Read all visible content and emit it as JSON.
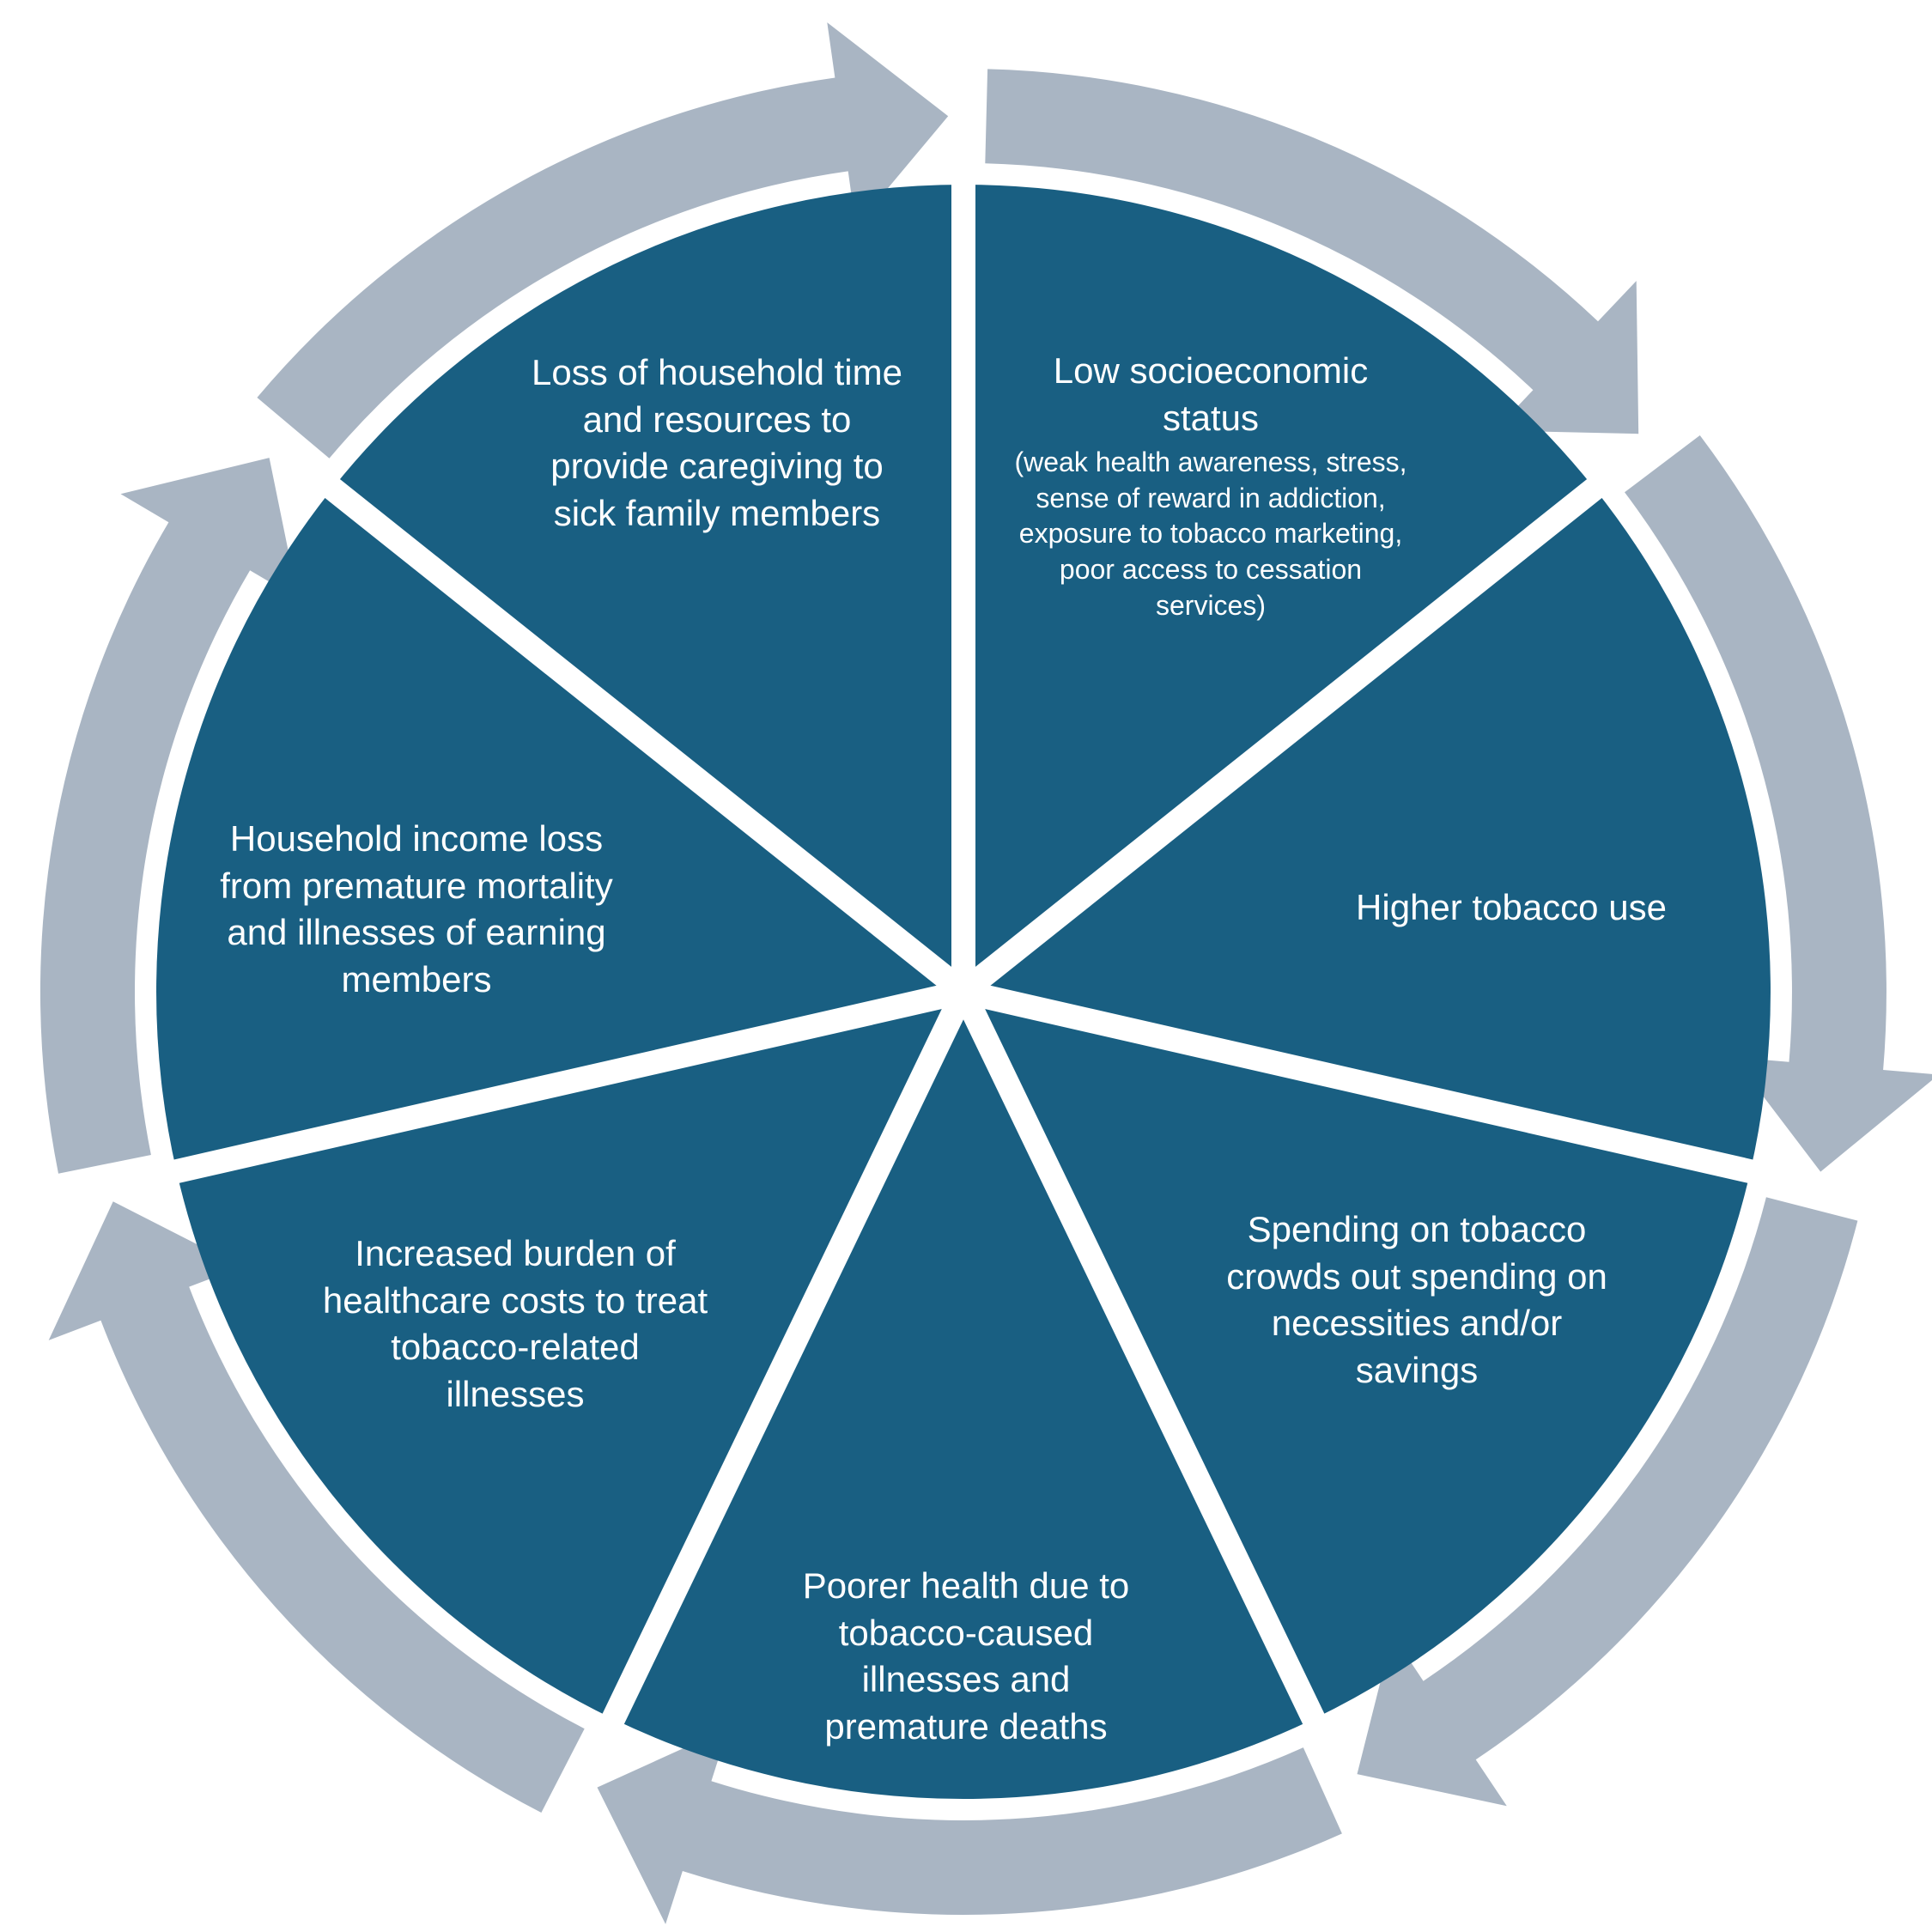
{
  "colors": {
    "segment": "#195f82",
    "arrow": "#a9b5c3",
    "background": "#ffffff",
    "text": "#ffffff"
  },
  "segments": [
    {
      "id": "low-socioeconomic-status",
      "title": "Low socioeconomic status",
      "detail": "(weak health awareness, stress, sense of reward in addiction, exposure to tobacco marketing, poor access to cessation services)"
    },
    {
      "id": "higher-tobacco-use",
      "title": "Higher tobacco use",
      "detail": ""
    },
    {
      "id": "spending-crowds-out",
      "title": "Spending on tobacco crowds out spending on necessities and/or savings",
      "detail": ""
    },
    {
      "id": "poorer-health",
      "title": "Poorer health due to tobacco-caused illnesses and premature deaths",
      "detail": ""
    },
    {
      "id": "healthcare-costs",
      "title": "Increased burden of healthcare costs to treat tobacco-related illnesses",
      "detail": ""
    },
    {
      "id": "income-loss",
      "title": "Household income loss from premature mortality and illnesses of earning members",
      "detail": ""
    },
    {
      "id": "caregiving-loss",
      "title": "Loss of household time and resources to provide caregiving to sick family members",
      "detail": ""
    }
  ],
  "cycle_direction": "clockwise"
}
